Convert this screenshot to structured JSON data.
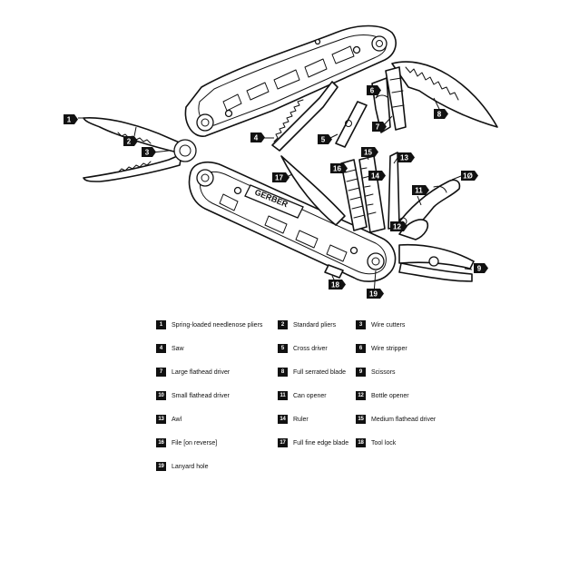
{
  "callouts": [
    {
      "n": "1"
    },
    {
      "n": "2"
    },
    {
      "n": "3"
    },
    {
      "n": "4"
    },
    {
      "n": "5"
    },
    {
      "n": "6"
    },
    {
      "n": "7"
    },
    {
      "n": "8"
    },
    {
      "n": "9"
    },
    {
      "n": "1Ø"
    },
    {
      "n": "11"
    },
    {
      "n": "12"
    },
    {
      "n": "13"
    },
    {
      "n": "14"
    },
    {
      "n": "15"
    },
    {
      "n": "16"
    },
    {
      "n": "17"
    },
    {
      "n": "18"
    },
    {
      "n": "19"
    }
  ],
  "brand_text": "GERBER",
  "legend": [
    {
      "num": "1",
      "label": "Spring-loaded needlenose pliers"
    },
    {
      "num": "2",
      "label": "Standard pliers"
    },
    {
      "num": "3",
      "label": "Wire cutters"
    },
    {
      "num": "4",
      "label": "Saw"
    },
    {
      "num": "5",
      "label": "Cross driver"
    },
    {
      "num": "6",
      "label": "Wire stripper"
    },
    {
      "num": "7",
      "label": "Large flathead driver"
    },
    {
      "num": "8",
      "label": "Full serrated blade"
    },
    {
      "num": "9",
      "label": "Scissors"
    },
    {
      "num": "10",
      "label": "Small flathead driver"
    },
    {
      "num": "11",
      "label": "Can opener"
    },
    {
      "num": "12",
      "label": "Bottle opener"
    },
    {
      "num": "13",
      "label": "Awl"
    },
    {
      "num": "14",
      "label": "Ruler"
    },
    {
      "num": "15",
      "label": "Medium flathead driver"
    },
    {
      "num": "16",
      "label": "File [on reverse]"
    },
    {
      "num": "17",
      "label": "Full fine edge blade"
    },
    {
      "num": "18",
      "label": "Tool lock"
    },
    {
      "num": "19",
      "label": "Lanyard hole"
    }
  ]
}
